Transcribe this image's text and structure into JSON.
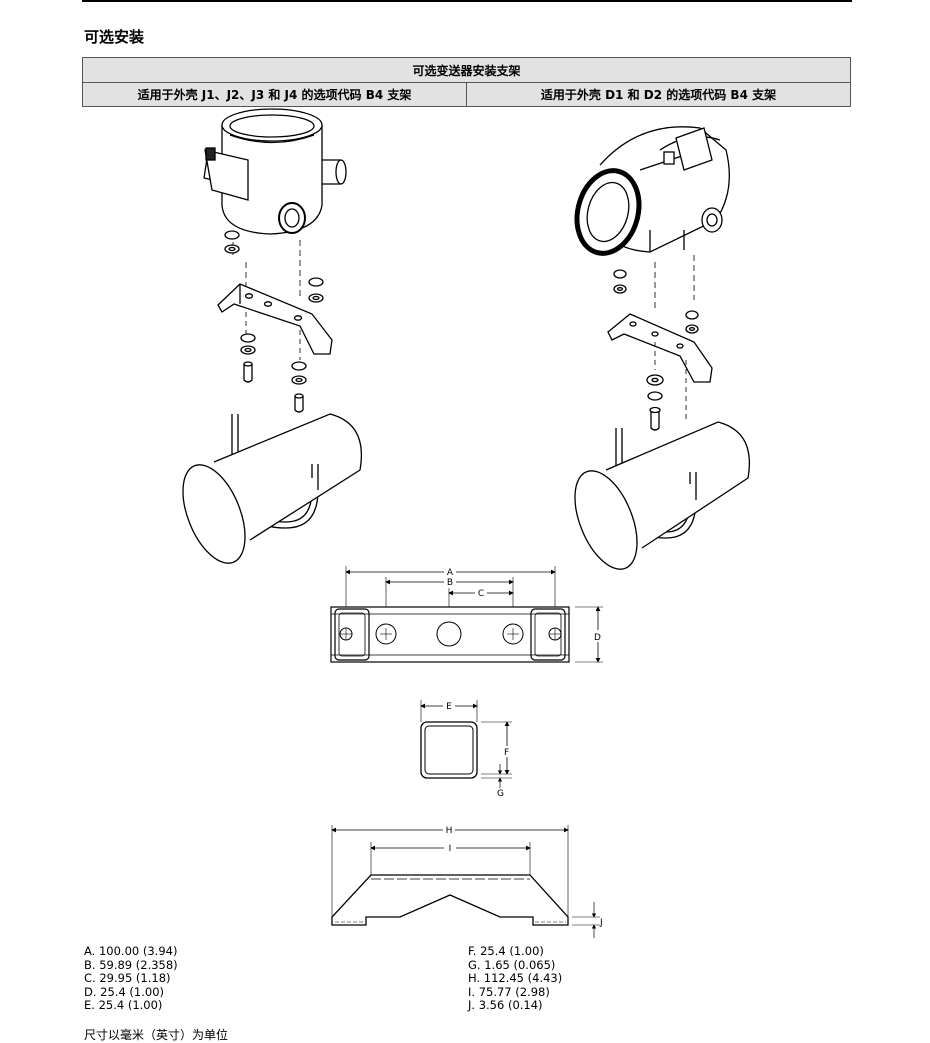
{
  "section_title": "可选安装",
  "table": {
    "header": "可选变送器安装支架",
    "col_left": "适用于外壳 J1、J2、J3 和 J4 的选项代码 B4 支架",
    "col_right": "适用于外壳 D1 和 D2 的选项代码 B4 支架"
  },
  "drawing_labels": {
    "a": "A",
    "b": "B",
    "c": "C",
    "d": "D",
    "e": "E",
    "f": "F",
    "g": "G",
    "h": "H",
    "i": "I",
    "j": "J"
  },
  "dimensions_left": [
    "A. 100.00 (3.94)",
    "B. 59.89 (2.358)",
    "C. 29.95 (1.18)",
    "D. 25.4 (1.00)",
    "E. 25.4 (1.00)"
  ],
  "dimensions_right": [
    "F. 25.4 (1.00)",
    "G. 1.65 (0.065)",
    "H. 112.45 (4.43)",
    "I. 75.77 (2.98)",
    "J. 3.56 (0.14)"
  ],
  "note": "尺寸以毫米（英寸）为单位"
}
